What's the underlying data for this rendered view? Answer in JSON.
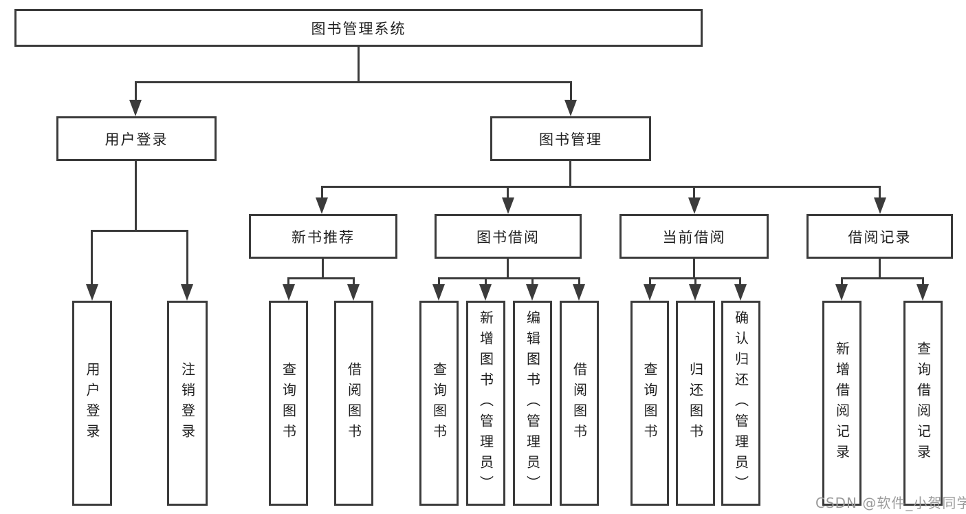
{
  "colors": {
    "line": "#3b3b3b",
    "text": "#1f1f1f",
    "watermark": "#9b9b9b",
    "background": "#ffffff"
  },
  "nodes": {
    "root": "图书管理系统",
    "user_login": "用户登录",
    "book_mgmt": "图书管理",
    "new_book_rec": "新书推荐",
    "book_borrow": "图书借阅",
    "current_borrow": "当前借阅",
    "borrow_records": "借阅记录",
    "leaf_user_login": "用户登录",
    "leaf_logout": "注销登录",
    "leaf_query_book_rec": "查询图书",
    "leaf_borrow_book_rec": "借阅图书",
    "leaf_query_book_borrow": "查询图书",
    "leaf_add_book": "新增图书（管理员）",
    "leaf_edit_book": "编辑图书（管理员）",
    "leaf_borrow_book_borrow": "借阅图书",
    "leaf_query_book_current": "查询图书",
    "leaf_return_book": "归还图书",
    "leaf_confirm_return": "确认归还（管理员）",
    "leaf_add_borrow_record": "新增借阅记录",
    "leaf_query_borrow_record": "查询借阅记录"
  },
  "watermark": "CSDN @软件_小贺同学"
}
